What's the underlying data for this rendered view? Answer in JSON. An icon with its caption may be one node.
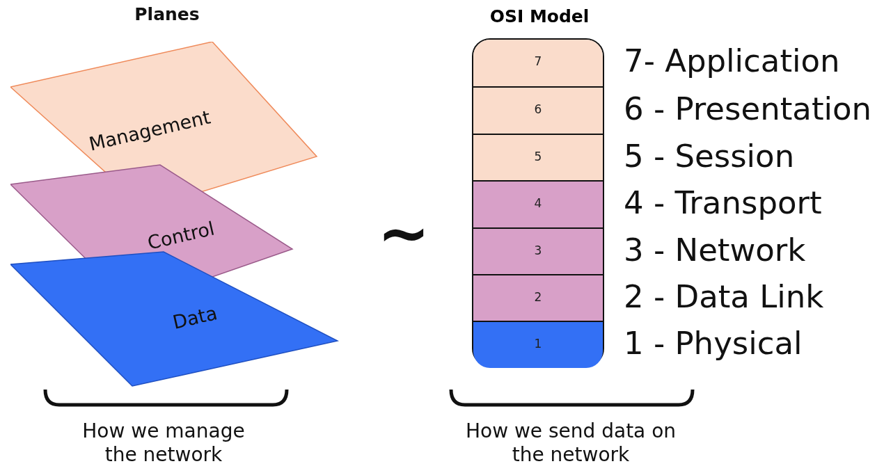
{
  "diagram": {
    "nodes": [
      {
        "text": [
          "Management"
        ]
      },
      {
        "text": [
          "Control"
        ]
      },
      {
        "text": [
          "Data"
        ]
      },
      {
        "text": [
          "OSI Model"
        ]
      },
      {
        "text": [
          "7"
        ],
        "in": 3,
        "beside": [
          "7- Application"
        ]
      },
      {
        "text": [
          "6"
        ],
        "in": 3,
        "beside": [
          "6 - Presentation"
        ]
      },
      {
        "text": [
          "5"
        ],
        "in": 3,
        "beside": [
          "5 - Session"
        ]
      },
      {
        "text": [
          "4"
        ],
        "in": 3,
        "beside": [
          "4 - Transport"
        ]
      },
      {
        "text": [
          "3"
        ],
        "in": 3,
        "beside": [
          "3 - Network"
        ]
      },
      {
        "text": [
          "2"
        ],
        "in": 3,
        "beside": [
          "2 - Data Link"
        ]
      },
      {
        "text": [
          "1"
        ],
        "in": 3,
        "beside": [
          "1 - Physical"
        ]
      }
    ],
    "edges": [],
    "labels": [
      "Planes",
      "~",
      "How we manage the network",
      "How we send data on the network"
    ]
  }
}
